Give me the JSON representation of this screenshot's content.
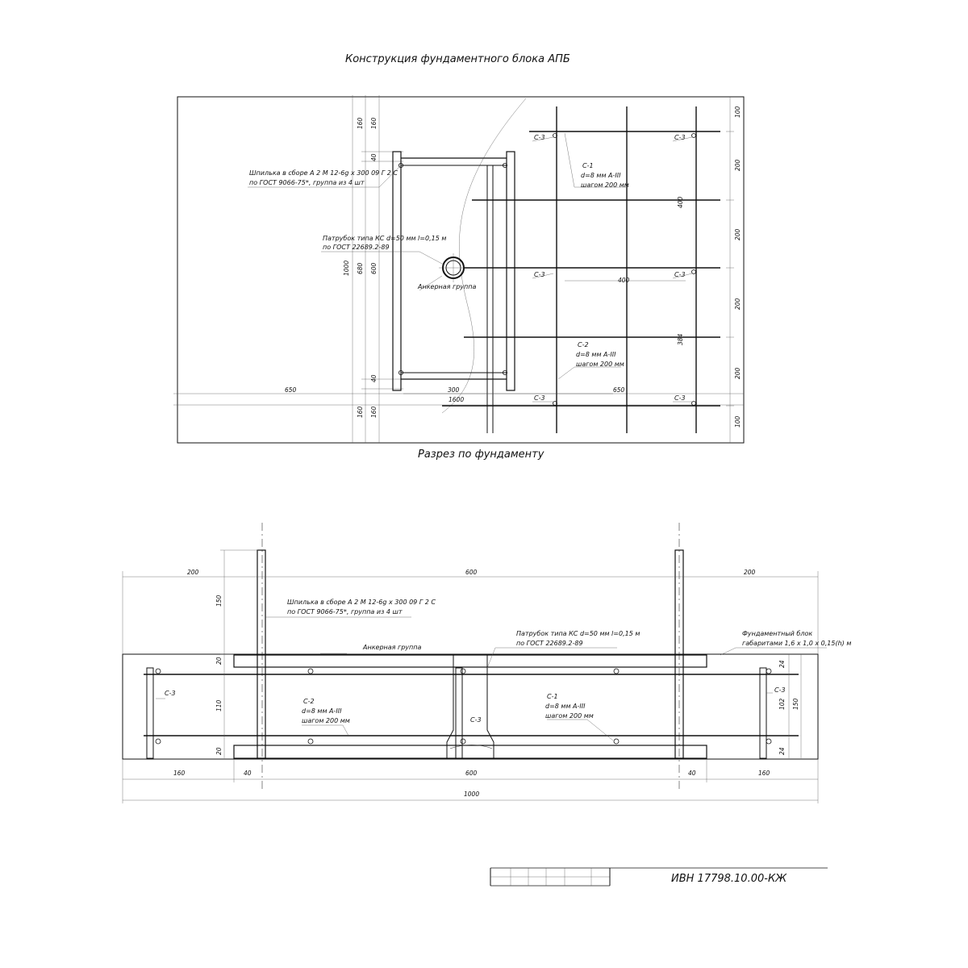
{
  "titles": {
    "plan": "Конструкция фундаментного блока АПБ",
    "section": "Разрез по фундаменту"
  },
  "plan_labels": {
    "stud_line1": "Шпилька в сборе А 2 М 12-6g x 300 09 Г 2 С",
    "stud_line2": "по ГОСТ 9066-75*, группа из 4 шт",
    "pipe_line1": "Патрубок типа КС d=50 мм l=0,15 м",
    "pipe_line2": "по ГОСТ 22689.2-89",
    "anchor": "Анкерная группа",
    "c1_name": "С-1",
    "c1_d": "d=8 мм А-III",
    "c1_step": "шагом 200 мм",
    "c2_name": "С-2",
    "c2_d": "d=8 мм А-III",
    "c2_step": "шагом 200 мм",
    "c3": "С-3"
  },
  "plan_dims": {
    "d160": "160",
    "d40": "40",
    "d1000": "1000",
    "d680": "680",
    "d600": "600",
    "d650": "650",
    "d300": "300",
    "d1600": "1600",
    "d400": "400",
    "d384": "384",
    "d100": "100",
    "d200": "200"
  },
  "section_labels": {
    "stud_line1": "Шпилька в сборе А 2 М 12-6g x 300 09 Г 2 С",
    "stud_line2": "по ГОСТ 9066-75*, группа из 4 шт",
    "pipe_line1": "Патрубок типа КС d=50 мм l=0,15 м",
    "pipe_line2": "по ГОСТ 22689.2-89",
    "block_line1": "Фундаментный блок",
    "block_line2": "габаритами 1,6 x 1,0 x 0,15(h) м",
    "anchor": "Анкерная группа",
    "c2_name": "С-2",
    "c2_d": "d=8 мм А-III",
    "c2_step": "шагом 200 мм",
    "c1_name": "С-1",
    "c1_d": "d=8 мм А-III",
    "c1_step": "шагом 200 мм",
    "c3": "С-3"
  },
  "section_dims": {
    "d200": "200",
    "d600": "600",
    "d150": "150",
    "d20": "20",
    "d110": "110",
    "d24": "24",
    "d102": "102",
    "d160": "160",
    "d40": "40",
    "d1000": "1000"
  },
  "stamp": {
    "code": "ИВН 17798.10.00-КЖ"
  }
}
